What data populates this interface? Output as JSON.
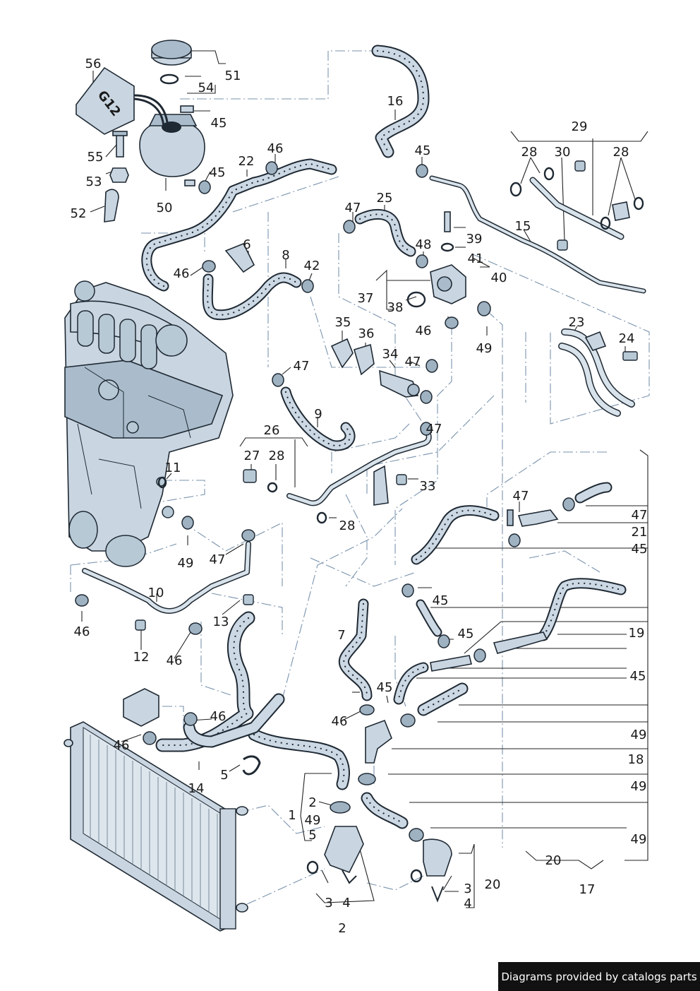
{
  "labels": {
    "l56": "56",
    "l54": "54",
    "l51": "51",
    "l45a": "45",
    "l55": "55",
    "l53": "53",
    "l52": "52",
    "l50": "50",
    "l22": "22",
    "l46a": "46",
    "l45b": "45",
    "l16": "16",
    "l45c": "45",
    "l29": "29",
    "l28a": "28",
    "l30": "30",
    "l28b": "28",
    "l47a": "47",
    "l25": "25",
    "l39": "39",
    "l15": "15",
    "l48": "48",
    "l41": "41",
    "l40": "40",
    "l37": "37",
    "l38": "38",
    "l46b": "46",
    "l49a": "49",
    "l6": "6",
    "l8": "8",
    "l42": "42",
    "l46c": "46",
    "l35": "35",
    "l36": "36",
    "l34": "34",
    "l47b": "47",
    "l23": "23",
    "l24": "24",
    "l47c": "47",
    "l9": "9",
    "l47d": "47",
    "l26": "26",
    "l27": "27",
    "l28c": "28",
    "l33": "33",
    "l28d": "28",
    "l11": "11",
    "l49b": "49",
    "l47e": "47",
    "l47f": "47",
    "l47g": "47",
    "l21": "21",
    "l45d": "45",
    "l10": "10",
    "l46d": "46",
    "l12": "12",
    "l46e": "46",
    "l13": "13",
    "l45e": "45",
    "l7": "7",
    "l45f": "45",
    "l19": "19",
    "l45g": "45",
    "l45h": "45",
    "l46f": "46",
    "l46g": "46",
    "l49c": "49",
    "l18": "18",
    "l49d": "49",
    "l14": "14",
    "l5a": "5",
    "l2a": "2",
    "l1": "1",
    "l49e": "49",
    "l5b": "5",
    "l49f": "49",
    "l20a": "20",
    "l3a": "3",
    "l4a": "4",
    "l2b": "2",
    "l3b": "3",
    "l4b": "4",
    "l20b": "20",
    "l17": "17"
  },
  "coolant_tank_marking": "G12",
  "footer": {
    "text": "Diagrams provided by catalogs parts"
  },
  "colors": {
    "hose": "#ccd9e4",
    "part": "#c9d6e1",
    "outline": "#1f2933",
    "leader_dash": "#7a93ad",
    "badge_bg": "#111111"
  }
}
